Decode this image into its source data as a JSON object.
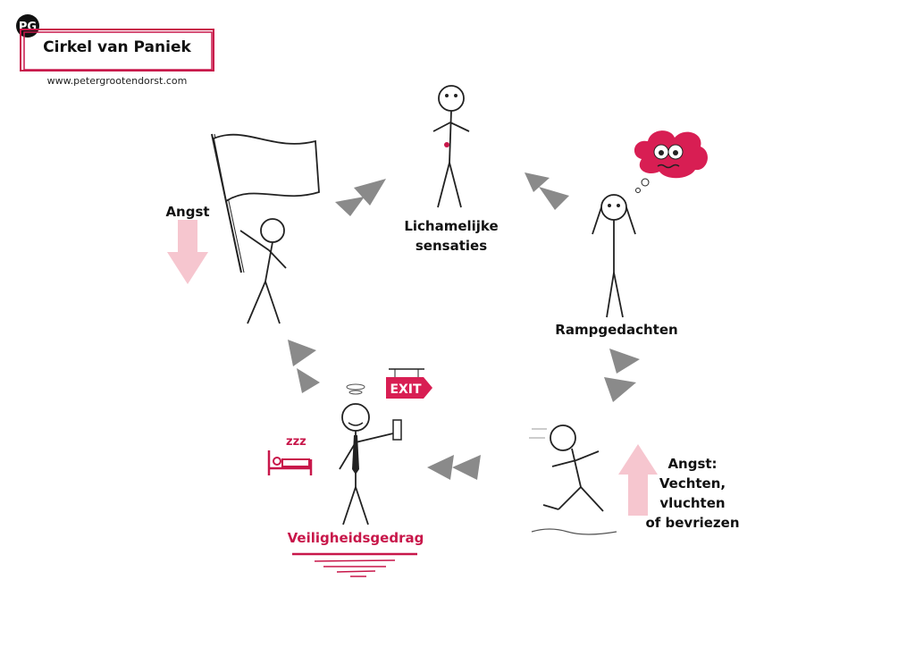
{
  "header": {
    "title": "Cirkel van Paniek",
    "url": "www.petergrootendorst.com",
    "logo_text": "PG"
  },
  "nodes": {
    "angst": "Angst",
    "sensaties": "Lichamelijke sensaties",
    "rampgedachten": "Rampgedachten",
    "vechten_title": "Angst:",
    "vechten_line1": "Vechten, vluchten",
    "vechten_line2": "of bevriezen",
    "veiligheidsgedrag": "Veiligheidsgedrag"
  },
  "icons": {
    "exit_sign": "EXIT",
    "sleep": "zzz"
  },
  "colors": {
    "accent": "#c8174a",
    "arrow_pink": "#f6c6cf",
    "arrow_grey": "#8a8a8a"
  }
}
